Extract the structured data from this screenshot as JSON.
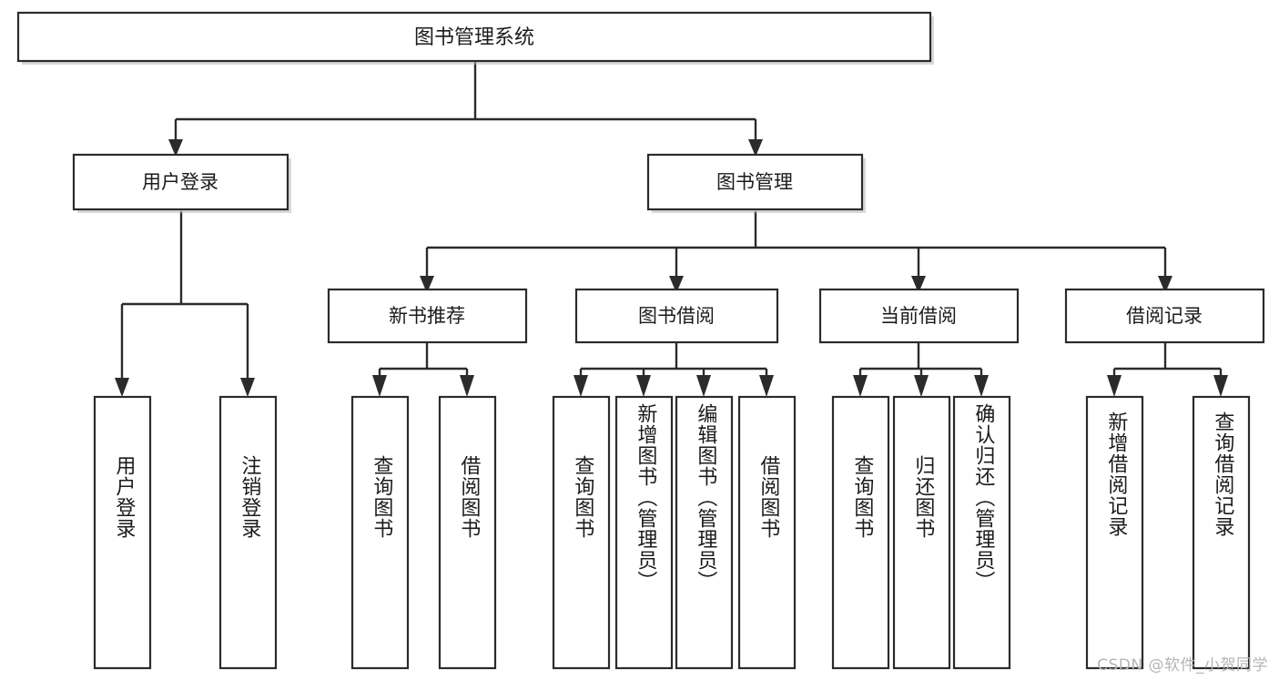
{
  "diagram": {
    "title": "图书管理系统",
    "type": "tree",
    "orientation": "top-down",
    "colors": {
      "box_stroke": "#2b2b2b",
      "box_fill": "#ffffff",
      "connector": "#2b2b2b",
      "background": "#ffffff",
      "watermark_text": "#b5b5b5"
    },
    "root": {
      "label": "图书管理系统"
    },
    "level1": [
      {
        "label": "用户登录"
      },
      {
        "label": "图书管理"
      }
    ],
    "level2": [
      {
        "label": "新书推荐"
      },
      {
        "label": "图书借阅"
      },
      {
        "label": "当前借阅"
      },
      {
        "label": "借阅记录"
      }
    ],
    "leaves": {
      "user_login": [
        {
          "label": "用户登录"
        },
        {
          "label": "注销登录"
        }
      ],
      "new_book_recommend": [
        {
          "label": "查询图书"
        },
        {
          "label": "借阅图书"
        }
      ],
      "book_borrow": [
        {
          "label": "查询图书"
        },
        {
          "label": "新增图书（管理员）"
        },
        {
          "label": "编辑图书（管理员）"
        },
        {
          "label": "借阅图书"
        }
      ],
      "current_borrow": [
        {
          "label": "查询图书"
        },
        {
          "label": "归还图书"
        },
        {
          "label": "确认归还（管理员）"
        }
      ],
      "borrow_record": [
        {
          "label": "新增借阅记录"
        },
        {
          "label": "查询借阅记录"
        }
      ]
    }
  },
  "watermark": {
    "text": "CSDN @软件_小贺同学"
  }
}
